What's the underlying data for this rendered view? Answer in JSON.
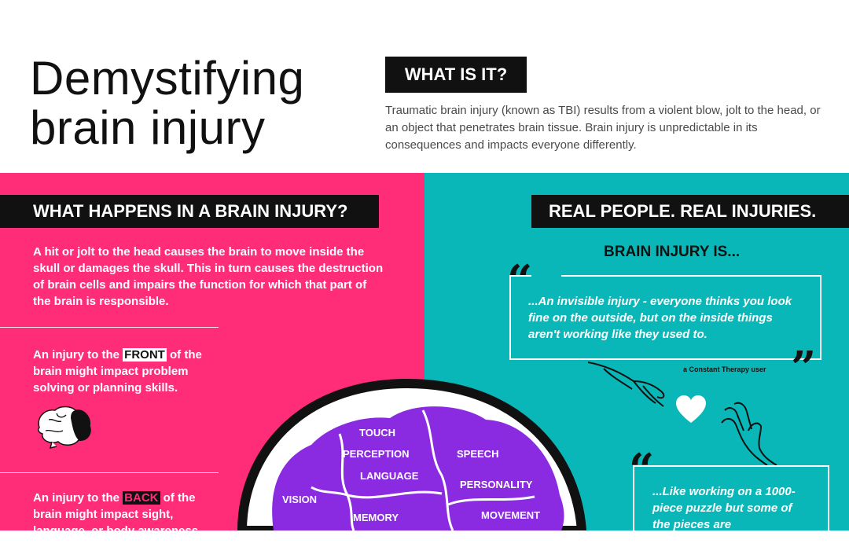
{
  "header": {
    "title_line1": "Demystifying",
    "title_line2": "brain injury",
    "what_is_label": "WHAT IS IT?",
    "what_is_text": "Traumatic brain injury (known as TBI) results from a violent blow, jolt to the head, or an object that penetrates brain tissue. Brain injury is unpredictable in its consequences and impacts everyone differently."
  },
  "left_panel": {
    "heading": "WHAT HAPPENS IN A BRAIN INJURY?",
    "intro": "A hit or jolt to the head causes the brain to move inside the skull or damages the skull. This in turn causes the destruction of brain cells and impairs the function for which that part of the brain is responsible.",
    "front_pre": "An injury to the ",
    "front_word": "FRONT",
    "front_post": " of the brain might impact problem solving or planning skills.",
    "back_pre": "An injury to the ",
    "back_word": "BACK",
    "back_post": " of the brain might impact sight, language, or body awareness"
  },
  "brain_regions": {
    "touch": "TOUCH",
    "perception": "PERCEPTION",
    "language": "LANGUAGE",
    "speech": "SPEECH",
    "personality": "PERSONALITY",
    "vision": "VISION",
    "memory": "MEMORY",
    "movement": "MOVEMENT"
  },
  "right_panel": {
    "heading": "REAL PEOPLE. REAL INJURIES.",
    "subheading": "BRAIN INJURY IS...",
    "quote1": "...An invisible injury - everyone thinks you look fine on the outside, but on the inside things aren't working like they used to.",
    "attribution": "a Constant Therapy user",
    "quote2": "...Like working on a 1000-piece puzzle but some of the pieces are"
  },
  "colors": {
    "pink": "#ff2d78",
    "teal": "#0ab7b8",
    "purple": "#8a2be2",
    "black": "#111111"
  }
}
